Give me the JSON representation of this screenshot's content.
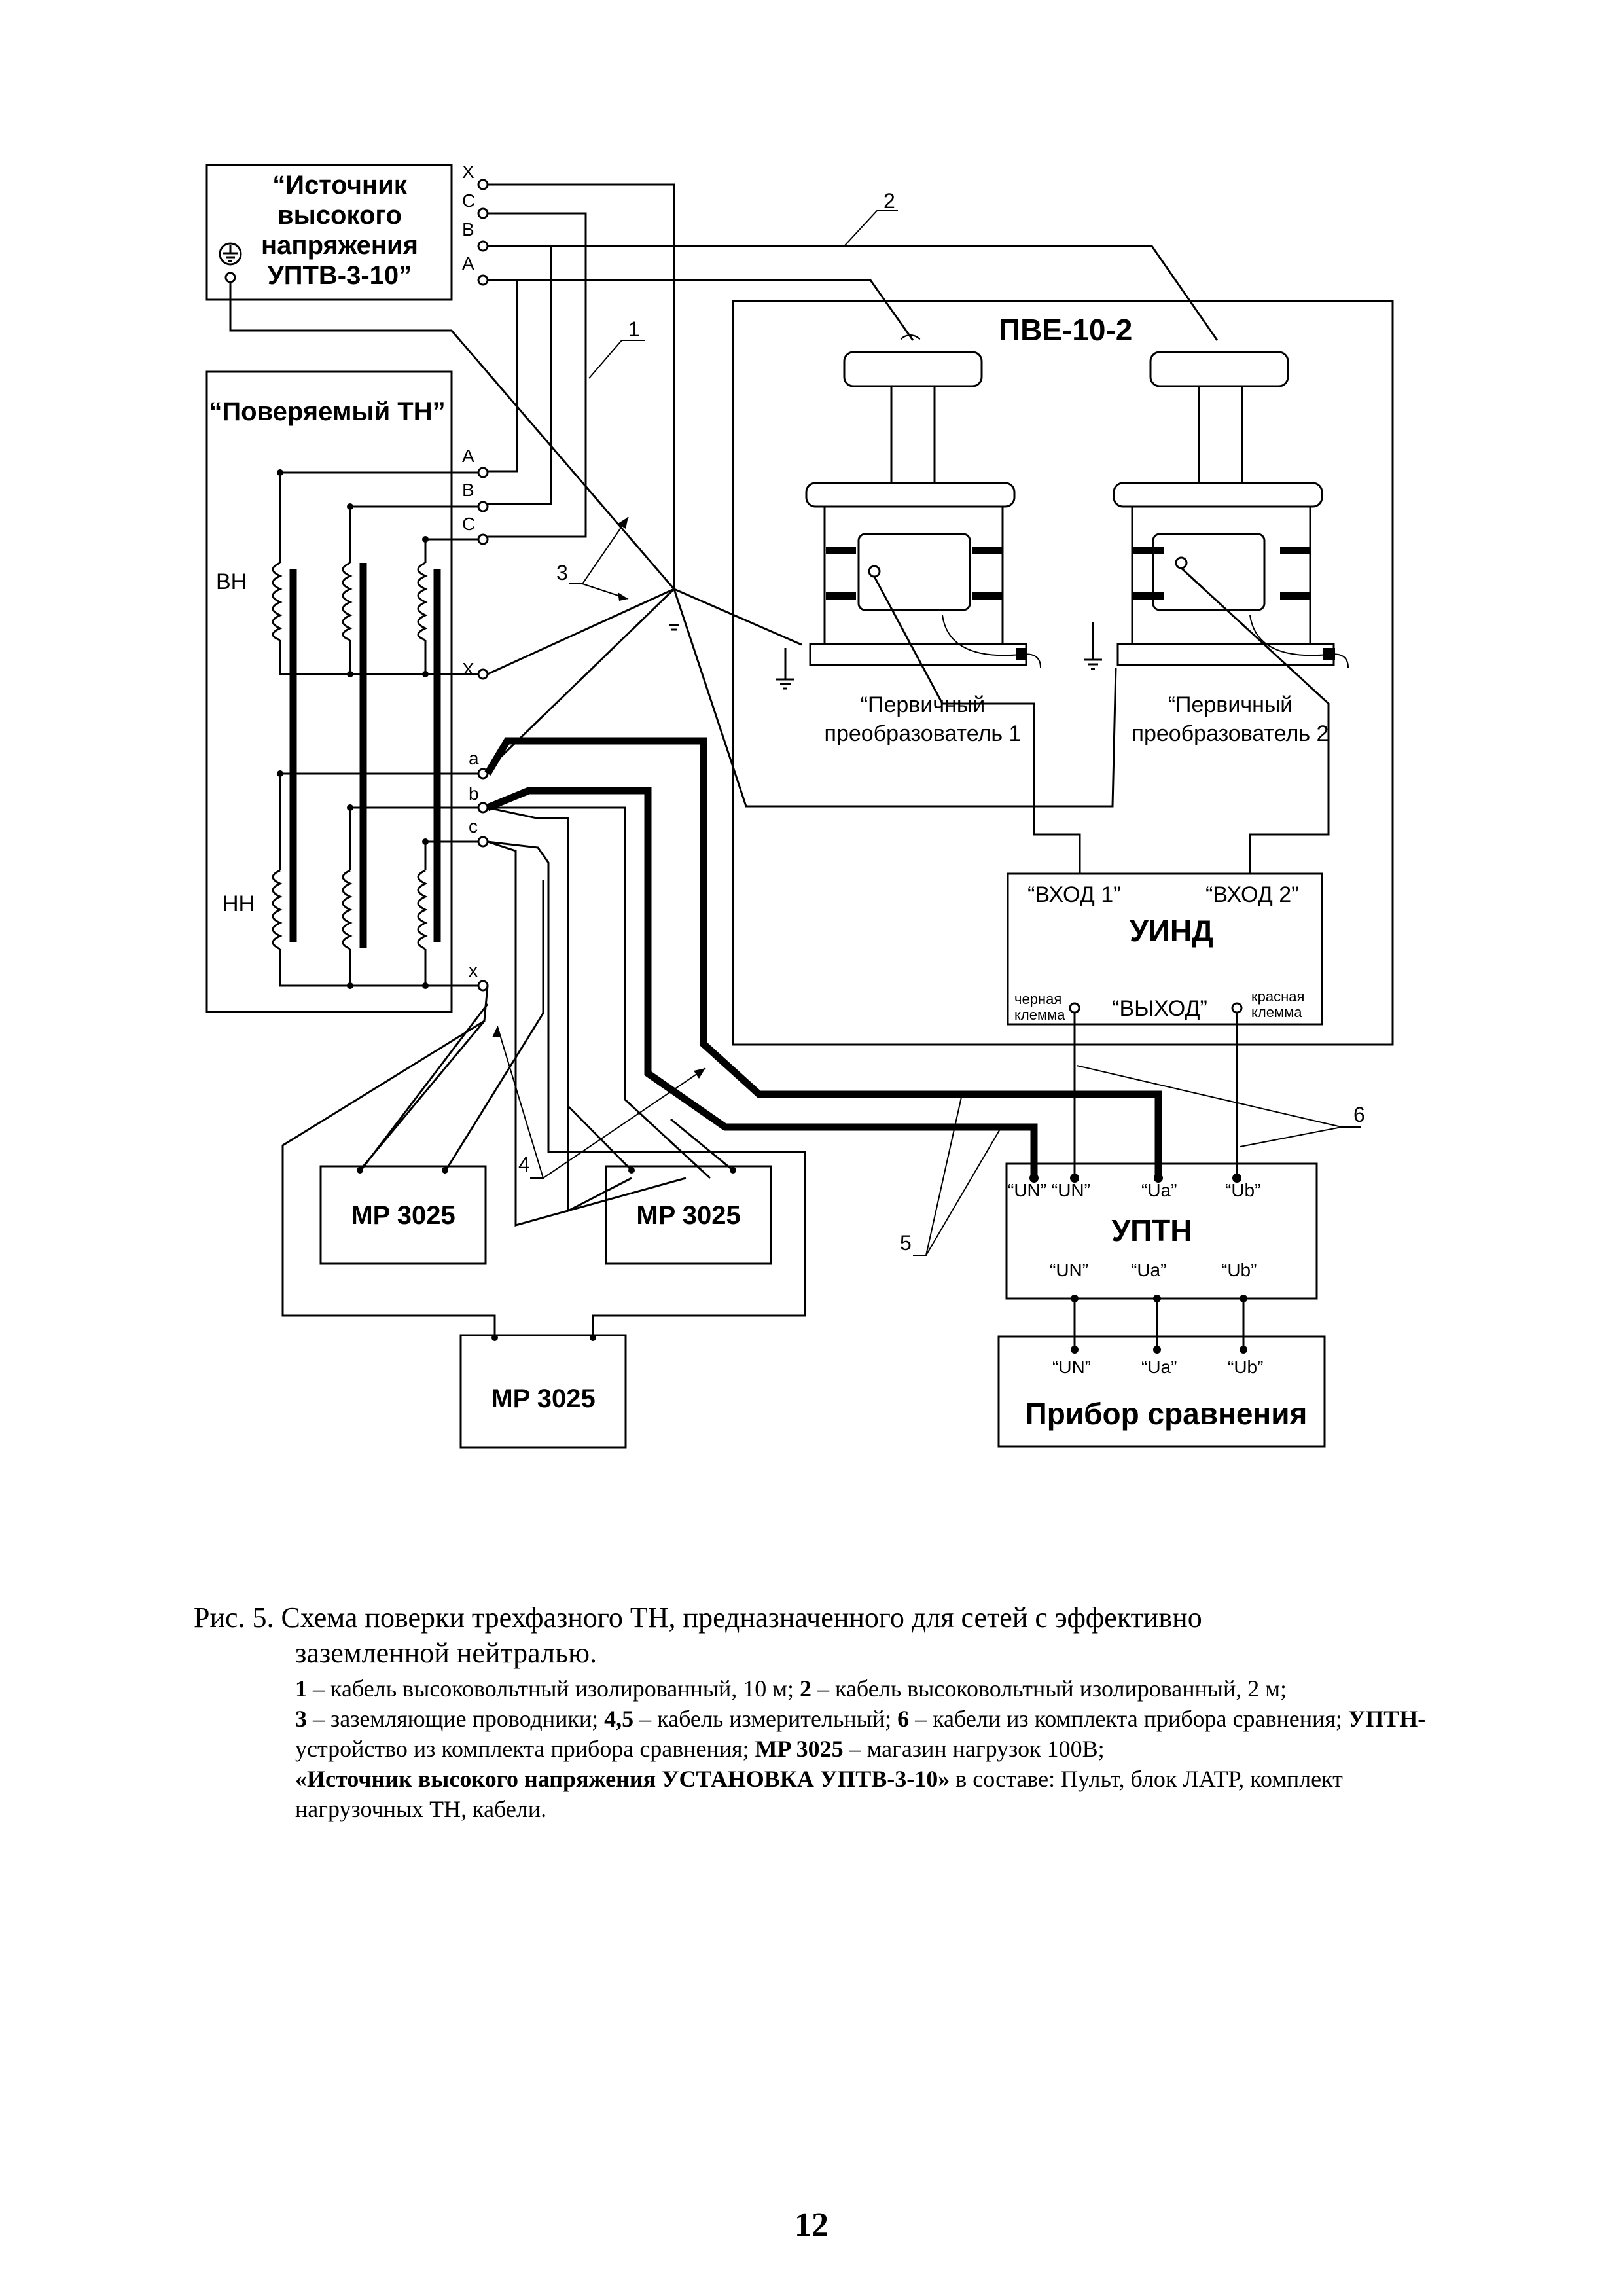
{
  "source_box": {
    "title_lines": [
      "“Источник",
      "высокого",
      "напряжения",
      "УПТВ-3-10”"
    ],
    "terminals": [
      "X",
      "C",
      "B",
      "A"
    ]
  },
  "tested_tn": {
    "title": "“Поверяемый ТН”",
    "hv_terminals": [
      "A",
      "B",
      "C",
      "X"
    ],
    "lv_terminals": [
      "a",
      "b",
      "c",
      "x"
    ],
    "hv_label": "ВН",
    "lv_label": "НН"
  },
  "pve": {
    "title": "ПВЕ-10-2",
    "converter1_lines": [
      "“Первичный",
      "преобразователь 1"
    ],
    "converter2_lines": [
      "“Первичный",
      "преобразователь 2"
    ]
  },
  "uind": {
    "title": "УИНД",
    "input1": "“ВХОД 1”",
    "input2": "“ВХОД 2”",
    "output": "“ВЫХОД”",
    "black_terminal_lines": [
      "черная",
      "клемма"
    ],
    "red_terminal_lines": [
      "красная",
      "клемма"
    ]
  },
  "uptn": {
    "title": "УПТН",
    "top_terminals": [
      "“UN” “UN”",
      "“Ua”",
      "“Ub”"
    ],
    "bottom_terminals": [
      "“UN”",
      "“Ua”",
      "“Ub”"
    ]
  },
  "comparator": {
    "title": "Прибор сравнения",
    "terminals": [
      "“UN”",
      "“Ua”",
      "“Ub”"
    ]
  },
  "mr_boxes": [
    "MP 3025",
    "MP 3025",
    "MP 3025"
  ],
  "callouts": [
    "1",
    "2",
    "3",
    "4",
    "5",
    "6"
  ],
  "caption": {
    "line1": "Рис. 5. Схема поверки трехфазного ТН, предназначенного для сетей с эффективно",
    "line2": "заземленной нейтралью.",
    "legend": [
      {
        "term": "1",
        "text": " – кабель высоковольтный изолированный, 10 м; "
      },
      {
        "term": "2",
        "text": " – кабель высоковольтный изолированный, 2 м;"
      },
      {
        "term": "3",
        "text": " – заземляющие проводники; "
      },
      {
        "term": "4,5",
        "text": " – кабель измерительный; "
      },
      {
        "term": "6",
        "text": " – кабели из комплекта прибора сравнения; "
      },
      {
        "term": "УПТН-",
        "text": " устройство из комплекта прибора сравнения; "
      },
      {
        "term": "MP 3025",
        "text": " – магазин нагрузок 100В; "
      },
      {
        "term": "«Источник высокого напряжения УСТАНОВКА УПТВ-3-10»",
        "text": " в составе: Пульт, блок ЛАТР, комплект нагрузочных ТН, кабели."
      }
    ]
  },
  "page_number": "12"
}
